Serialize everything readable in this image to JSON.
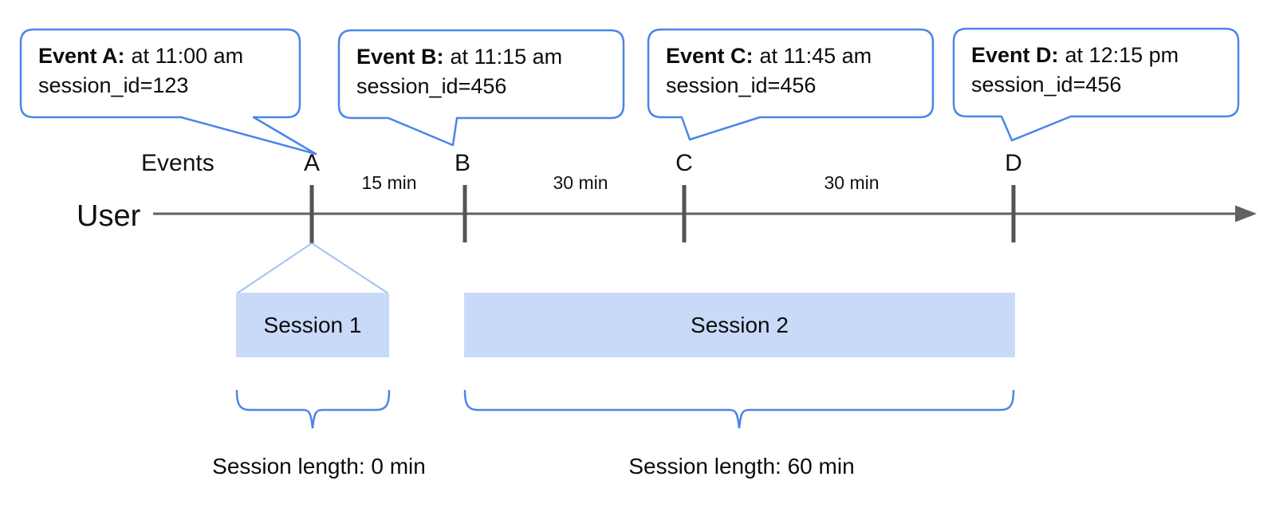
{
  "diagram": {
    "title_semantic": "Event sessionization timeline",
    "bubbles": [
      {
        "title": "Event A:",
        "time": "at 11:00 am",
        "session": "session_id=123"
      },
      {
        "title": "Event B:",
        "time": "at 11:15 am",
        "session": "session_id=456"
      },
      {
        "title": "Event C:",
        "time": "at 11:45 am",
        "session": "session_id=456"
      },
      {
        "title": "Event D:",
        "time": "at 12:15 pm",
        "session": "session_id=456"
      }
    ],
    "events_label": "Events",
    "user_label": "User",
    "event_letters": [
      "A",
      "B",
      "C",
      "D"
    ],
    "intervals": [
      "15 min",
      "30 min",
      "30 min"
    ],
    "sessions": [
      {
        "label": "Session 1",
        "length_label": "Session length: 0 min"
      },
      {
        "label": "Session 2",
        "length_label": "Session length: 60 min"
      }
    ],
    "colors": {
      "bubble_border_blue": "#4a86e8",
      "brace_blue": "#4a86e8",
      "funnel_light_blue": "#a4c2f4",
      "session_bar_fill": "#c9daf8",
      "timeline_gray": "#616161",
      "tick_gray": "#545454"
    }
  }
}
